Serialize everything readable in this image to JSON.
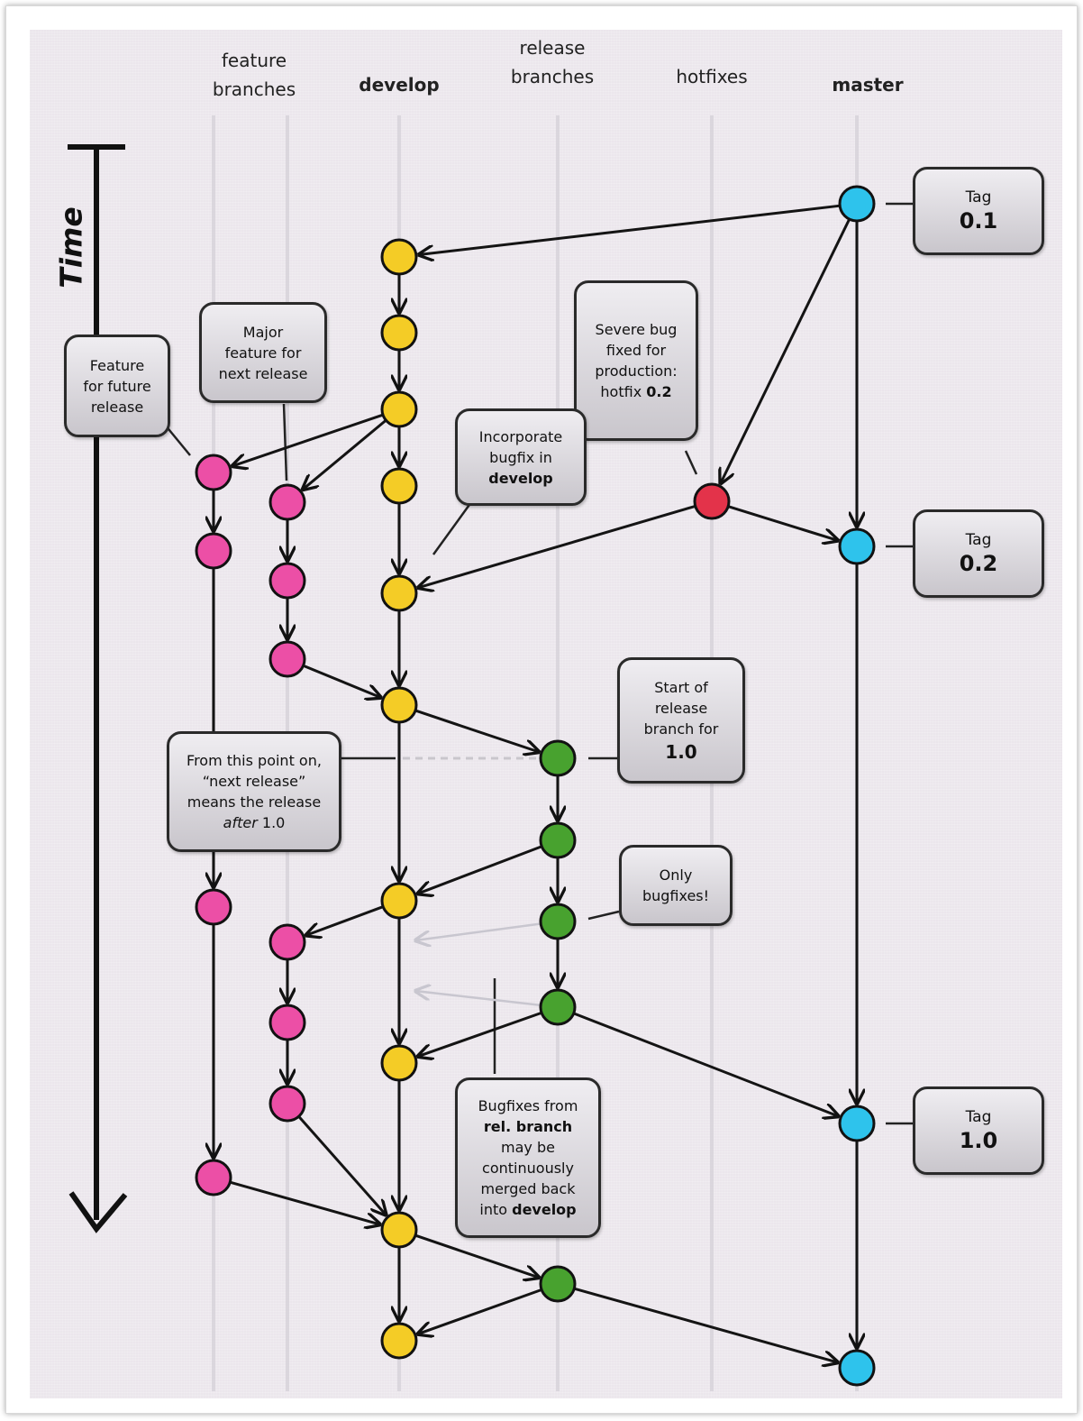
{
  "lanes": {
    "feature": "feature\nbranches",
    "develop": "develop",
    "release": "release\nbranches",
    "hotfixes": "hotfixes",
    "master": "master"
  },
  "time_label": "Time",
  "colors": {
    "feature": "#ec4fa6",
    "develop": "#f4cc26",
    "release": "#48a22f",
    "hotfix": "#e3334a",
    "master": "#2ec3ec"
  },
  "tags": {
    "t01": {
      "small": "Tag",
      "big": "0.1"
    },
    "t02": {
      "small": "Tag",
      "big": "0.2"
    },
    "t10": {
      "small": "Tag",
      "big": "1.0"
    }
  },
  "callouts": {
    "feature_future": [
      "Feature",
      "for future",
      "release"
    ],
    "major_feature": [
      "Major",
      "feature for",
      "next release"
    ],
    "severe_bug": [
      "Severe bug",
      "fixed for",
      "production:"
    ],
    "severe_bug_last": {
      "pre": "hotfix ",
      "bold": "0.2"
    },
    "incorporate": [
      "Incorporate",
      "bugfix in"
    ],
    "incorporate_bold": "develop",
    "start_release": [
      "Start of",
      "release",
      "branch for"
    ],
    "start_release_bold": "1.0",
    "next_release": [
      "From this point on,",
      "“next release”",
      "means the release"
    ],
    "next_release_last": {
      "italic": "after",
      "post": " 1.0"
    },
    "only_bugfixes": [
      "Only",
      "bugfixes!"
    ],
    "bugfixes_rel": {
      "l1": "Bugfixes from",
      "l2": "rel. branch",
      "l3": "may be",
      "l4": "continuously",
      "l5": "merged back",
      "l6_pre": "into ",
      "l6_bold": "develop"
    }
  }
}
